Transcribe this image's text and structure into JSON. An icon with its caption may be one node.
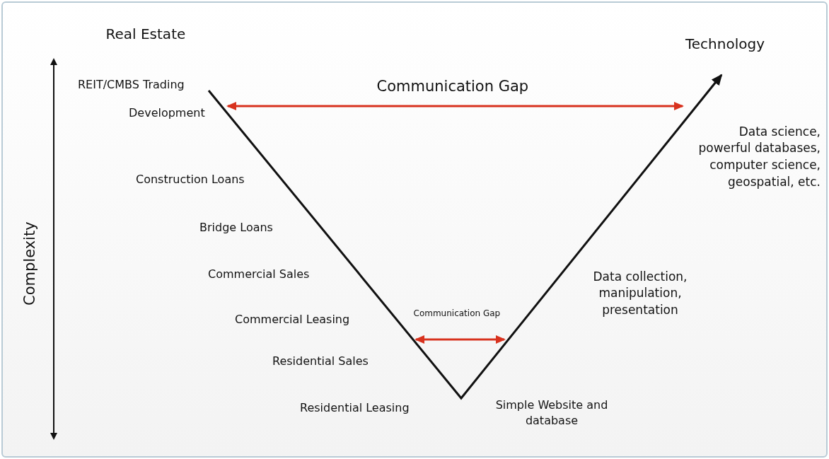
{
  "diagram": {
    "labels": [
      "Real Estate",
      "Technology",
      "REIT/CMBS Trading",
      "Communication Gap",
      "Development",
      "Data science, powerful databases, computer science, geospatial, etc.",
      "Construction Loans",
      "Complexity",
      "Bridge Loans",
      "Commercial Sales",
      "Data collection, manipulation, presentation",
      "Communication Gap",
      "Commercial Leasing",
      "Residential Sales",
      "Residential Leasing",
      "Simple Website and database"
    ]
  }
}
